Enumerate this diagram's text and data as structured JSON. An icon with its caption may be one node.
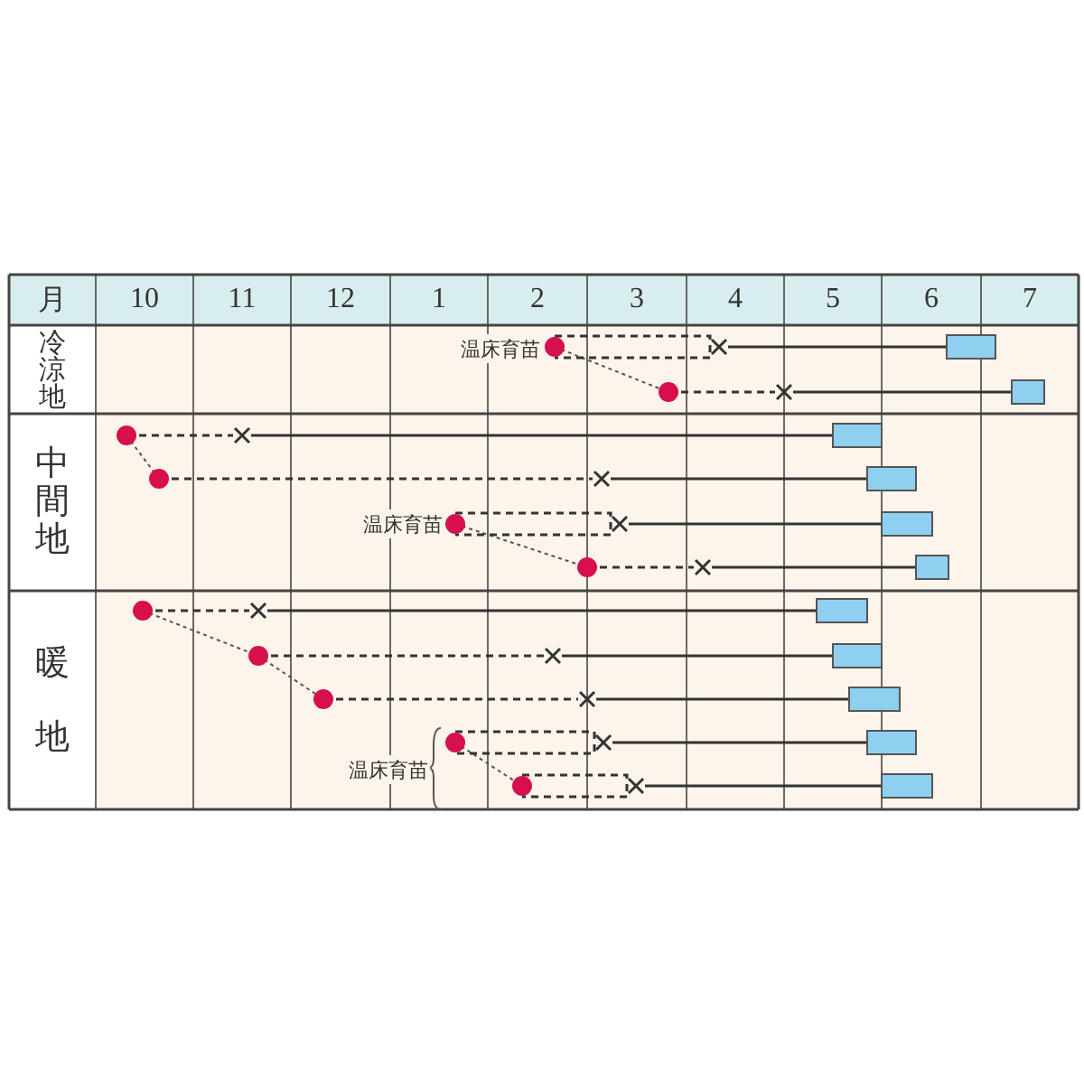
{
  "diagram": {
    "labels": [
      "月",
      "10",
      "11",
      "12",
      "1",
      "2",
      "3",
      "4",
      "5",
      "6",
      "7",
      "冷涼地",
      "温床育苗",
      "中間地",
      "温床育苗",
      "暖地",
      "温床育苗"
    ]
  }
}
